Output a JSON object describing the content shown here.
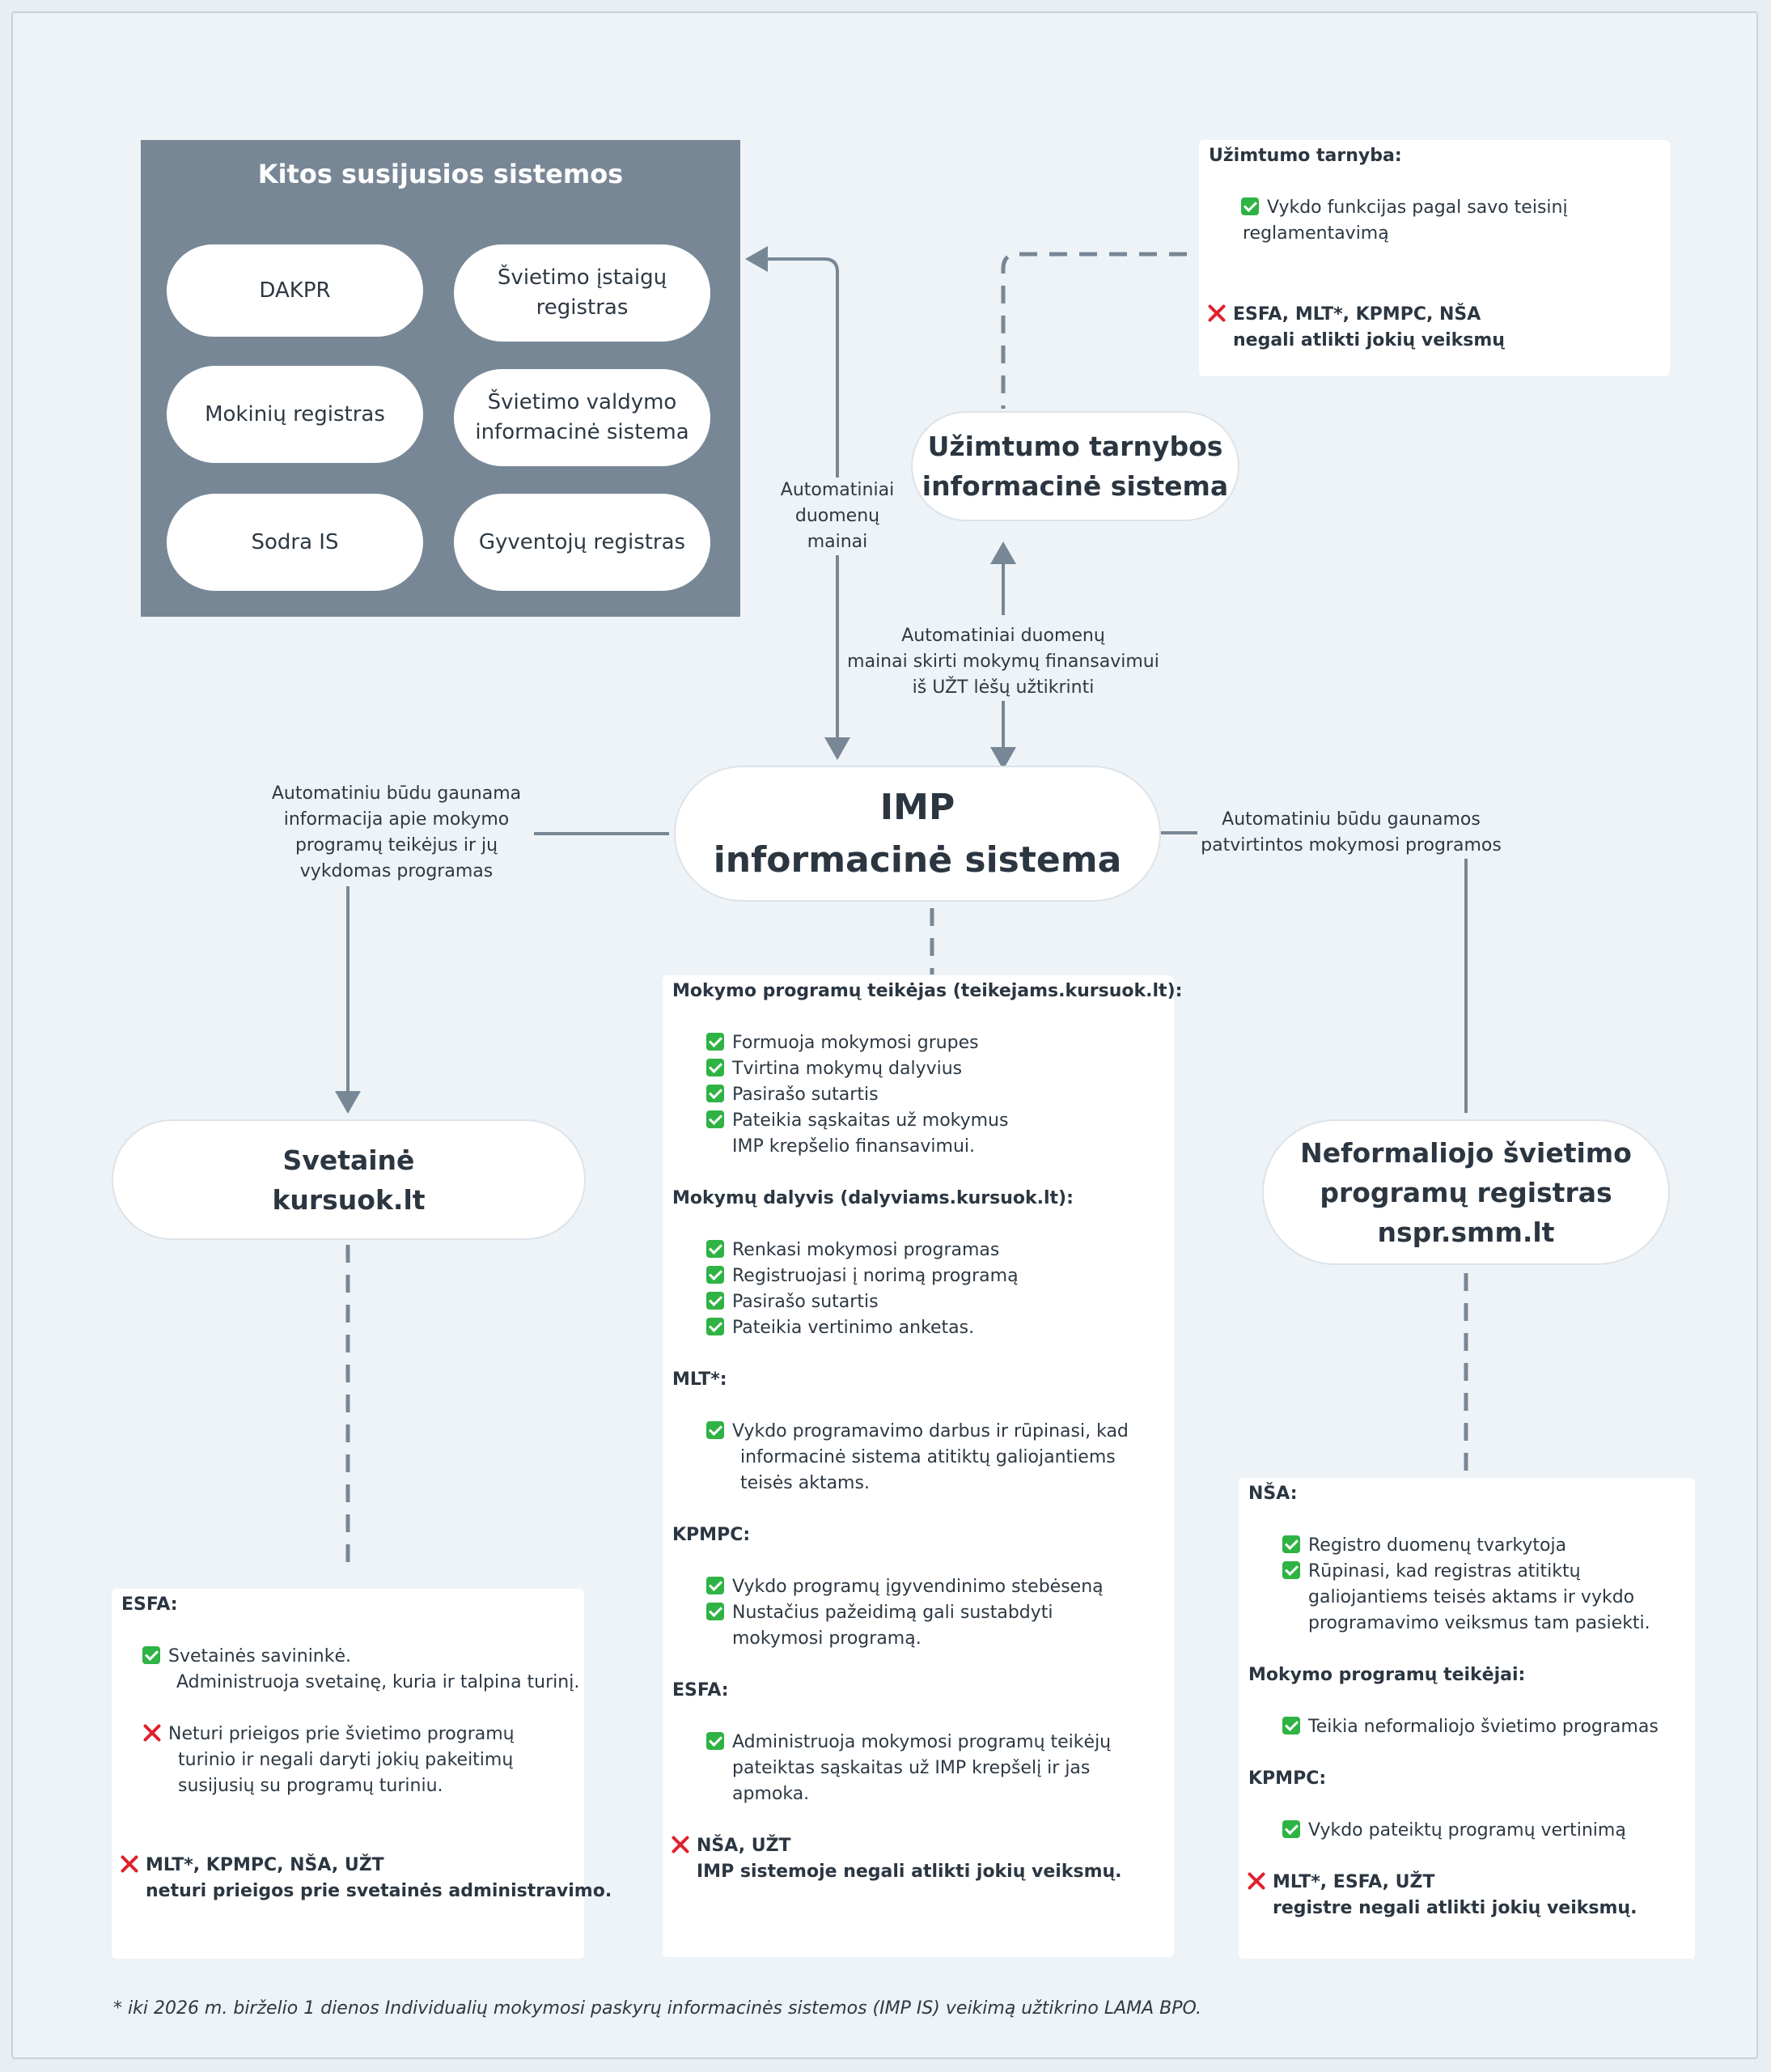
{
  "kitos": {
    "title": "Kitos susijusios sistemos",
    "items": [
      {
        "label": "DAKPR"
      },
      {
        "label": "Švietimo įstaigų\nregistras"
      },
      {
        "label": "Mokinių registras"
      },
      {
        "label": "Švietimo valdymo\ninformacinė sistema"
      },
      {
        "label": "Sodra IS"
      },
      {
        "label": "Gyventojų registras"
      }
    ]
  },
  "nodes": {
    "uzt_is": "Užimtumo tarnybos\ninformacinė sistema",
    "imp": "IMP\ninformacinė sistema",
    "svetaine": "Svetainė\nkursuok.lt",
    "nspr": "Neformaliojo švietimo\nprogramų registras\nnspr.smm.lt"
  },
  "edge_labels": {
    "auto_mainai": "Automatiniai\nduomenų\nmainai",
    "uzt_mainai": "Automatiniai duomenų\nmainai skirti mokymų finansavimui\niš UŽT lėšų užtikrinti",
    "left_info": "Automatiniu būdu gaunama\ninformacija apie mokymo\nprogramų teikėjus ir jų\nvykdomas programas",
    "right_info": "Automatiniu būdu gaunamos\npatvirtintos mokymosi programos"
  },
  "cards": {
    "uzt": [
      {
        "kind": "head",
        "text": "Užimtumo tarnyba:"
      },
      {
        "kind": "check",
        "text": "Vykdo funkcijas pagal savo teisinį"
      },
      {
        "kind": "text",
        "text": "reglamentavimą"
      },
      {
        "kind": "cross",
        "text": "ESFA, MLT*,  KPMPC, NŠA"
      },
      {
        "kind": "xtext",
        "text": "negali atlikti jokių veiksmų"
      }
    ],
    "center": [
      {
        "kind": "head",
        "text": "Mokymo programų teikėjas (teikejams.kursuok.lt):"
      },
      {
        "kind": "check",
        "text": "Formuoja mokymosi grupes"
      },
      {
        "kind": "check",
        "text": "Tvirtina mokymų dalyvius"
      },
      {
        "kind": "check",
        "text": "Pasirašo sutartis"
      },
      {
        "kind": "check",
        "text": "Pateikia sąskaitas už mokymus"
      },
      {
        "kind": "text",
        "text": "IMP krepšelio finansavimui."
      },
      {
        "kind": "head",
        "text": "Mokymų dalyvis (dalyviams.kursuok.lt):"
      },
      {
        "kind": "check",
        "text": "Renkasi mokymosi programas"
      },
      {
        "kind": "check",
        "text": "Registruojasi į norimą programą"
      },
      {
        "kind": "check",
        "text": "Pasirašo sutartis"
      },
      {
        "kind": "check",
        "text": "Pateikia vertinimo anketas."
      },
      {
        "kind": "head",
        "text": "MLT*:"
      },
      {
        "kind": "check",
        "text": "Vykdo programavimo darbus ir rūpinasi, kad"
      },
      {
        "kind": "text",
        "text": "informacinė sistema atitiktų galiojantiems"
      },
      {
        "kind": "text",
        "text": "teisės aktams."
      },
      {
        "kind": "head",
        "text": "KPMPC:"
      },
      {
        "kind": "check",
        "text": "Vykdo programų įgyvendinimo stebėseną"
      },
      {
        "kind": "check",
        "text": "Nustačius pažeidimą gali sustabdyti"
      },
      {
        "kind": "text",
        "text": "mokymosi programą."
      },
      {
        "kind": "head",
        "text": "ESFA:"
      },
      {
        "kind": "check",
        "text": "Administruoja mokymosi programų teikėjų"
      },
      {
        "kind": "text",
        "text": "pateiktas sąskaitas už IMP krepšelį ir jas"
      },
      {
        "kind": "text",
        "text": "apmoka."
      },
      {
        "kind": "cross",
        "text": "NŠA, UŽT"
      },
      {
        "kind": "xtext",
        "text": "IMP sistemoje negali atlikti jokių veiksmų."
      }
    ],
    "esfa": [
      {
        "kind": "head",
        "text": "ESFA:"
      },
      {
        "kind": "check",
        "text": "Svetainės savininkė."
      },
      {
        "kind": "text",
        "text": "Administruoja svetainę, kuria ir talpina turinį."
      },
      {
        "kind": "crosstext",
        "text": "Neturi prieigos prie švietimo programų"
      },
      {
        "kind": "text",
        "text": "turinio ir negali daryti jokių pakeitimų"
      },
      {
        "kind": "text",
        "text": "susijusių su programų turiniu."
      },
      {
        "kind": "cross",
        "text": "MLT*, KPMPC, NŠA, UŽT"
      },
      {
        "kind": "xtext",
        "text": "neturi prieigos prie svetainės administravimo."
      }
    ],
    "nsa": [
      {
        "kind": "head",
        "text": "NŠA:"
      },
      {
        "kind": "check",
        "text": "Registro duomenų tvarkytoja"
      },
      {
        "kind": "check",
        "text": "Rūpinasi, kad registras atitiktų"
      },
      {
        "kind": "text",
        "text": "galiojantiems teisės aktams ir vykdo"
      },
      {
        "kind": "text",
        "text": "programavimo veiksmus tam pasiekti."
      },
      {
        "kind": "head",
        "text": "Mokymo programų teikėjai:"
      },
      {
        "kind": "check",
        "text": "Teikia neformaliojo švietimo programas"
      },
      {
        "kind": "head",
        "text": "KPMPC:"
      },
      {
        "kind": "check",
        "text": "Vykdo pateiktų programų vertinimą"
      },
      {
        "kind": "cross",
        "text": "MLT*, ESFA, UŽT"
      },
      {
        "kind": "xtext",
        "text": "registre negali atlikti jokių veiksmų."
      }
    ]
  },
  "footnote": "* iki 2026 m. birželio 1 dienos Individualių mokymosi paskyrų informacinės sistemos (IMP IS) veikimą užtikrino LAMA BPO."
}
